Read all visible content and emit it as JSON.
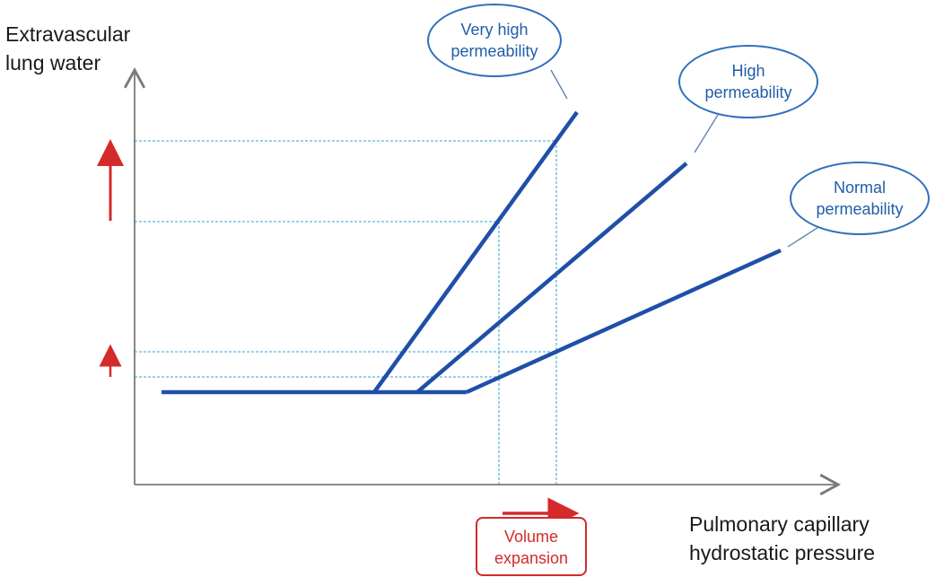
{
  "y_axis": {
    "line1": "Extravascular",
    "line2": "lung water"
  },
  "x_axis": {
    "line1": "Pulmonary capillary",
    "line2": "hydrostatic pressure"
  },
  "curves": [
    {
      "line1": "Very high",
      "line2": "permeability"
    },
    {
      "line1": "High",
      "line2": "permeability"
    },
    {
      "line1": "Normal",
      "line2": "permeability"
    }
  ],
  "annotation": {
    "line1": "Volume",
    "line2": "expansion"
  },
  "colors": {
    "curve": "#1f4fa8",
    "guide": "#59b6e0",
    "axis": "#7a7a7a",
    "bubble_text": "#1f5ea8",
    "arrow": "#d42a2a"
  }
}
